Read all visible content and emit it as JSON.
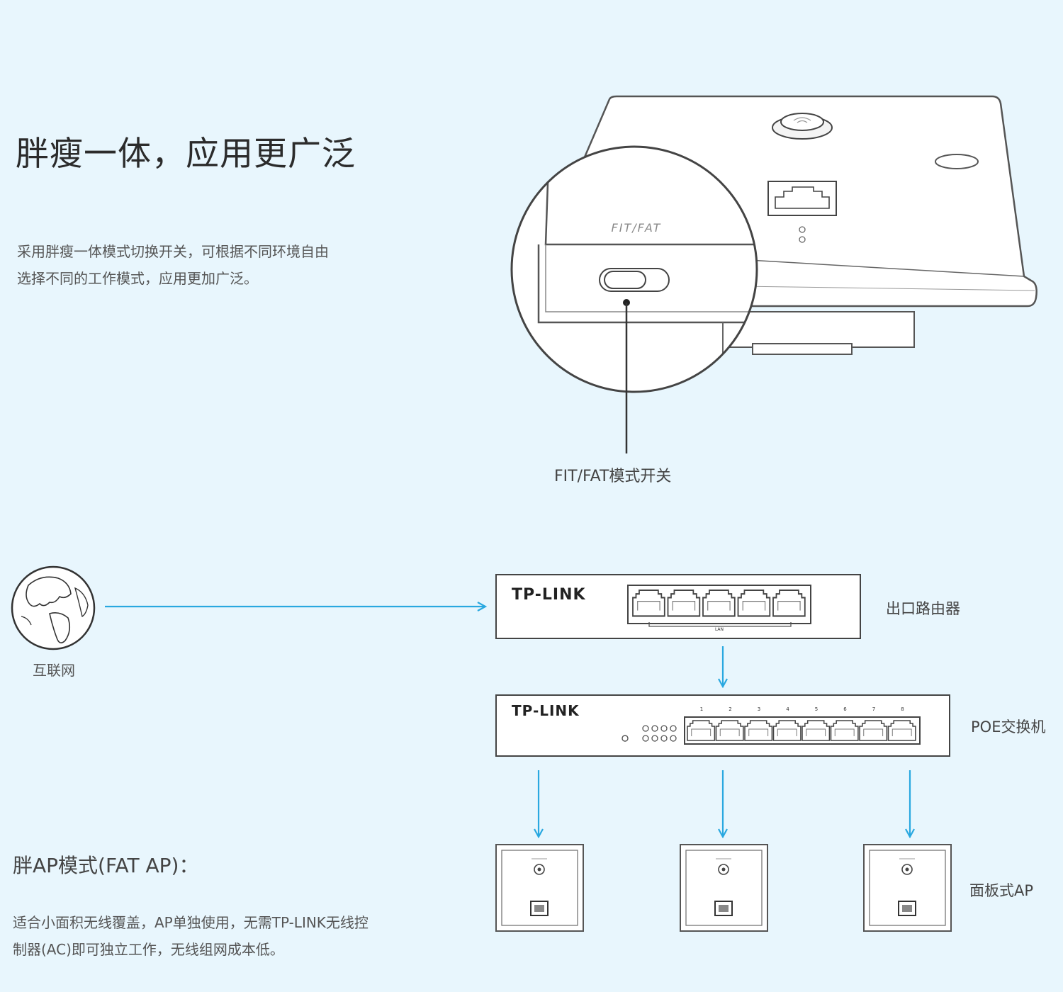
{
  "section1": {
    "title": "胖瘦一体，应用更广泛",
    "desc_lines": [
      "采用胖瘦一体模式切换开关，可根据不同环境自由",
      "选择不同的工作模式，应用更加广泛。"
    ],
    "device_silk": "FIT/FAT",
    "callout_label": "FIT/FAT模式开关"
  },
  "diagram": {
    "internet_label": "互联网",
    "router": {
      "brand": "TP-LINK",
      "label": "出口路由器",
      "port_group": "LAN"
    },
    "switch": {
      "brand": "TP-LINK",
      "label": "POE交换机",
      "port_numbers": [
        "1",
        "2",
        "3",
        "4",
        "5",
        "6",
        "7",
        "8"
      ]
    },
    "ap": {
      "label": "面板式AP",
      "count": 3
    },
    "arrow_color": "#29a8e0"
  },
  "section2": {
    "title": "胖AP模式(FAT AP)：",
    "desc_lines": [
      "适合小面积无线覆盖，AP单独使用，无需TP-LINK无线控",
      "制器(AC)即可独立工作，无线组网成本低。"
    ]
  }
}
